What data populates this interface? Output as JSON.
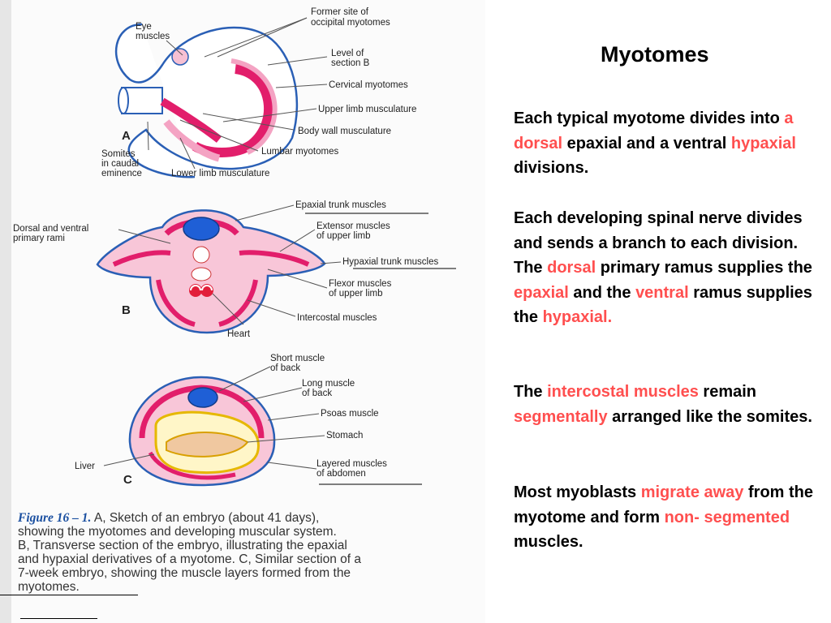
{
  "slide": {
    "title": "Myotomes",
    "para1": {
      "t1": "Each typical myotome divides into ",
      "h1": "a dorsal",
      "t2": " epaxial and a ventral ",
      "h2": "hypaxial",
      "t3": " divisions."
    },
    "para2": {
      "t1": "Each developing spinal nerve divides and sends a branch to each division. The ",
      "h1": "dorsal",
      "t2": " primary ramus supplies the ",
      "h2": "epaxial",
      "t3": " and the ",
      "h3": "ventral",
      "t4": " ramus supplies the ",
      "h4": "hypaxial."
    },
    "para3": {
      "t1": "The ",
      "h1": "intercostal muscles",
      "t2": " remain ",
      "h2": "segmentally",
      "t3": " arranged like the somites."
    },
    "para4": {
      "t1": "Most myoblasts ",
      "h1": "migrate away",
      "t2": " from the myotome and form ",
      "h2": "non- segmented",
      "t3": " muscles."
    }
  },
  "figure": {
    "labels_a": {
      "former_site_1": "Former site of",
      "former_site_2": "occipital myotomes",
      "eye_1": "Eye",
      "eye_2": "muscles",
      "level_1": "Level of",
      "level_2": "section B",
      "cervical": "Cervical myotomes",
      "upper_limb": "Upper limb musculature",
      "body_wall": "Body wall musculature",
      "lumbar": "Lumbar myotomes",
      "somites_1": "Somites",
      "somites_2": "in caudal",
      "somites_3": "eminence",
      "lower_limb": "Lower limb musculature",
      "letter": "A"
    },
    "labels_b": {
      "epaxial": "Epaxial trunk muscles",
      "rami_1": "Dorsal and ventral",
      "rami_2": "primary rami",
      "extensor_1": "Extensor muscles",
      "extensor_2": "of upper limb",
      "hypaxial": "Hypaxial trunk muscles",
      "flexor_1": "Flexor muscles",
      "flexor_2": "of upper limb",
      "intercostal": "Intercostal muscles",
      "heart": "Heart",
      "letter": "B"
    },
    "labels_c": {
      "short_1": "Short muscle",
      "short_2": "of back",
      "long_1": "Long muscle",
      "long_2": "of back",
      "psoas": "Psoas muscle",
      "stomach": "Stomach",
      "liver": "Liver",
      "layered_1": "Layered muscles",
      "layered_2": "of abdomen",
      "letter": "C"
    },
    "caption": {
      "fig_number": "Figure 16 – 1.",
      "line1": " A, Sketch of an embryo (about 41 days),",
      "line2": "showing the myotomes and developing muscular system.",
      "line3": "B, Transverse section of the embryo, illustrating the epaxial",
      "line4": "and hypaxial derivatives of a myotome. C, Similar section of a",
      "line5": "7-week embryo, showing the muscle layers formed from the",
      "line6": "myotomes."
    }
  }
}
